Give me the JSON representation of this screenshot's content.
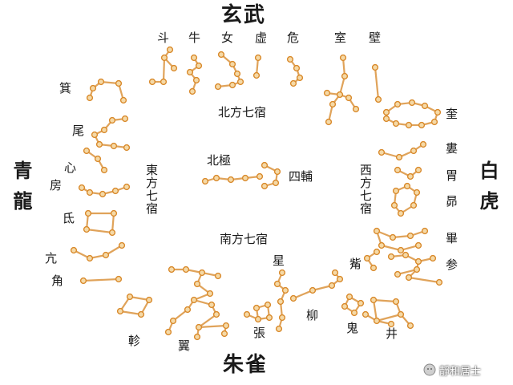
{
  "labels": {
    "north_symbol": "玄武",
    "south_symbol": "朱雀",
    "east_symbol": "青龍",
    "west_symbol": "白虎",
    "north_title": "北方七宿",
    "east_title": "東方七宿",
    "west_title": "西方七宿",
    "south_title": "南方七宿",
    "north_pole": "北極",
    "four_supports": "四輔",
    "north_mansions": [
      "斗",
      "牛",
      "女",
      "虚",
      "危",
      "室",
      "壁"
    ],
    "east_mansions": [
      "箕",
      "尾",
      "心",
      "房",
      "氐",
      "亢",
      "角"
    ],
    "west_mansions": [
      "奎",
      "婁",
      "胃",
      "昴",
      "畢",
      "参",
      "觜"
    ],
    "south_mansions": [
      "星",
      "柳",
      "鬼",
      "井",
      "張",
      "翼",
      "軫"
    ]
  },
  "watermark": {
    "text": "靜和居士"
  },
  "colors": {
    "star_fill": "#f5d9a6",
    "star_stroke": "#d98a2c",
    "line": "#e0a35a"
  }
}
